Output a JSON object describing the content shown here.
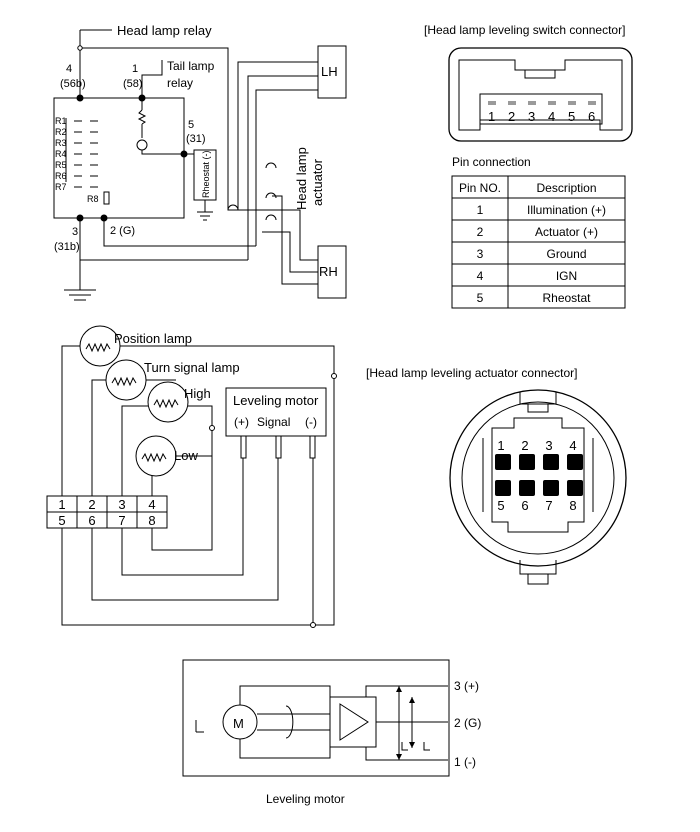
{
  "relay_schematic": {
    "head_lamp_relay": "Head lamp relay",
    "tail_lamp_relay_line1": "Tail lamp",
    "tail_lamp_relay_line2": "relay",
    "pin4": "4",
    "pin4_alt": "(56b)",
    "pin1": "1",
    "pin1_alt": "(58)",
    "pin5": "5",
    "pin5_alt": "(31)",
    "pin3": "3",
    "pin3_alt": "(31b)",
    "pin2": "2 (G)",
    "resistors": [
      "R1",
      "R2",
      "R3",
      "R4",
      "R5",
      "R6",
      "R7"
    ],
    "r8": "R8",
    "rheostat": "Rheostat (-)",
    "lh": "LH",
    "rh": "RH",
    "actuator_line1": "Head lamp",
    "actuator_line2": "actuator"
  },
  "switch_connector": {
    "title": "[Head lamp leveling switch connector]",
    "pins": [
      "1",
      "2",
      "3",
      "4",
      "5",
      "6"
    ]
  },
  "pin_table": {
    "title": "Pin connection",
    "headers": [
      "Pin NO.",
      "Description"
    ],
    "rows": [
      [
        "1",
        "Illumination (+)"
      ],
      [
        "2",
        "Actuator (+)"
      ],
      [
        "3",
        "Ground"
      ],
      [
        "4",
        "IGN"
      ],
      [
        "5",
        "Rheostat"
      ]
    ]
  },
  "lamp_wiring": {
    "position_lamp": "Position lamp",
    "turn_signal_lamp": "Turn signal lamp",
    "high": "High",
    "low": "Low",
    "leveling_motor": "Leveling motor",
    "terminals": [
      "(+)",
      "Signal",
      "(-)"
    ],
    "connector_top": [
      "1",
      "2",
      "3",
      "4"
    ],
    "connector_bottom": [
      "5",
      "6",
      "7",
      "8"
    ]
  },
  "actuator_connector": {
    "title": "[Head lamp leveling actuator connector]",
    "pins_top": [
      "1",
      "2",
      "3",
      "4"
    ],
    "pins_bottom": [
      "5",
      "6",
      "7",
      "8"
    ]
  },
  "motor_diagram": {
    "motor_label": "M",
    "t1": "3 (+)",
    "t2": "2 (G)",
    "t3": "1 (-)",
    "caption": "Leveling motor"
  }
}
